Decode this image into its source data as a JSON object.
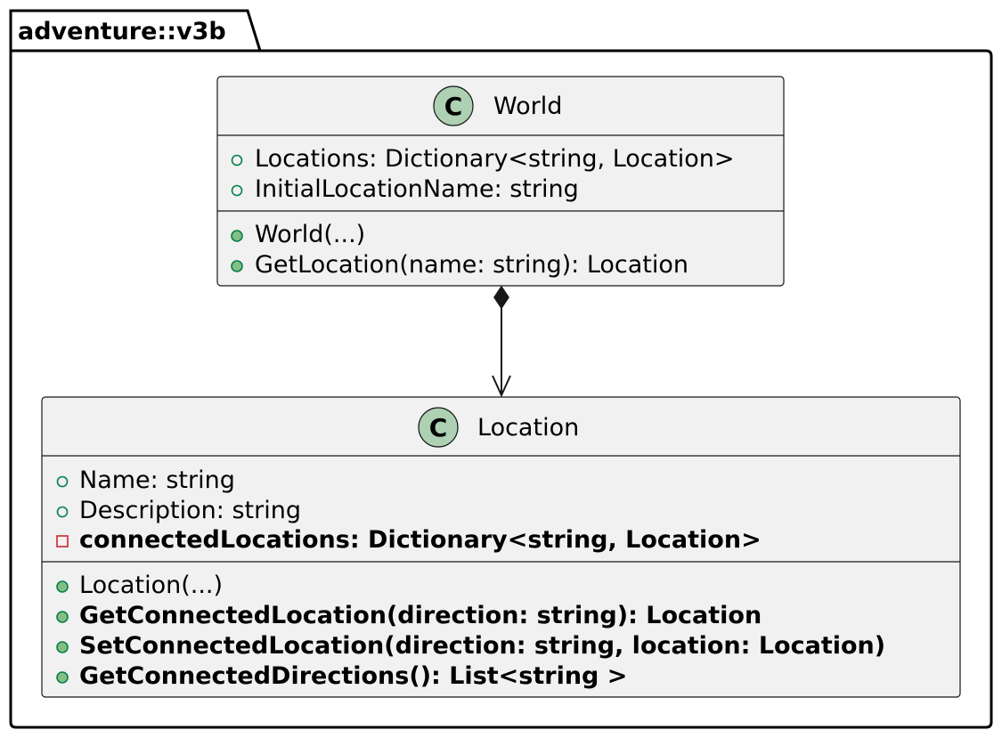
{
  "package": {
    "name": "adventure::v3b"
  },
  "classes": {
    "world": {
      "stereotype_letter": "C",
      "name": "World",
      "fields": [
        {
          "visibility": "public",
          "text": "Locations: Dictionary<string, Location>",
          "bold": false
        },
        {
          "visibility": "public",
          "text": "InitialLocationName: string",
          "bold": false
        }
      ],
      "methods": [
        {
          "visibility": "public",
          "text": "World(...)",
          "bold": false
        },
        {
          "visibility": "public",
          "text": "GetLocation(name: string): Location",
          "bold": false
        }
      ]
    },
    "location": {
      "stereotype_letter": "C",
      "name": "Location",
      "fields": [
        {
          "visibility": "public",
          "text": "Name: string",
          "bold": false
        },
        {
          "visibility": "public",
          "text": "Description: string",
          "bold": false
        },
        {
          "visibility": "private",
          "text": "connectedLocations: Dictionary<string, Location>",
          "bold": true
        }
      ],
      "methods": [
        {
          "visibility": "public",
          "text": "Location(...)",
          "bold": false
        },
        {
          "visibility": "public",
          "text": "GetConnectedLocation(direction: string): Location",
          "bold": true
        },
        {
          "visibility": "public",
          "text": "SetConnectedLocation(direction: string, location: Location)",
          "bold": true
        },
        {
          "visibility": "public",
          "text": "GetConnectedDirections(): List<string >",
          "bold": true
        }
      ]
    }
  },
  "relation": {
    "type": "composition",
    "from": "World",
    "to": "Location"
  },
  "colors": {
    "class_fill": "#f1f1f1",
    "stereotype_circle": "#add1b2",
    "public_field": "#038048",
    "public_method_fill": "#84be84",
    "private_field": "#c82930"
  }
}
